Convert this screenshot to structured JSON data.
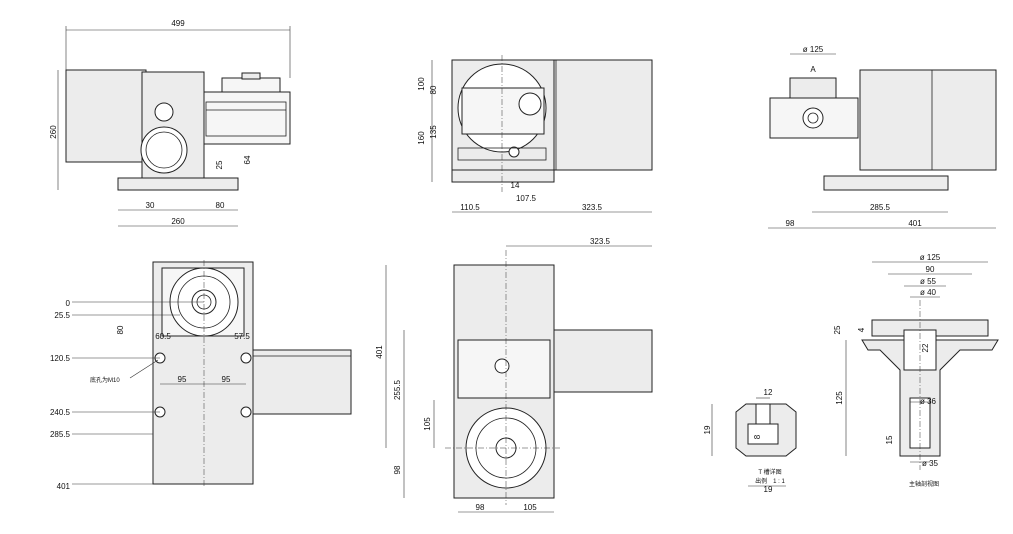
{
  "front_view": {
    "dims": {
      "w499": "499",
      "h260": "260",
      "d25": "25",
      "d64": "64",
      "d30": "30",
      "d80": "80",
      "w260": "260"
    }
  },
  "top_view": {
    "dims": {
      "d100": "100",
      "d80": "80",
      "d160": "160",
      "d135": "135",
      "d14": "14",
      "d110_5": "110.5",
      "d107_5": "107.5",
      "d323_5": "323.5"
    }
  },
  "side_view": {
    "dims": {
      "phi125": "ø 125",
      "label_a": "A",
      "d98": "98",
      "d285_5": "285.5",
      "d401": "401"
    }
  },
  "plan_left": {
    "dims": {
      "r0": "0",
      "r25_5": "25.5",
      "d80": "80",
      "d60_5": "60.5",
      "d57_5": "57.5",
      "r120_5": "120.5",
      "note": "底孔为M10",
      "d95a": "95",
      "d95b": "95",
      "r240_5": "240.5",
      "r285_5": "285.5",
      "r401": "401"
    }
  },
  "plan_center": {
    "dims": {
      "d323_5": "323.5",
      "d401": "401",
      "d255_5": "255.5",
      "d105v": "105",
      "d98v": "98",
      "d98h": "98",
      "d105h": "105"
    }
  },
  "t_slot": {
    "dims": {
      "d12": "12",
      "d19v": "19",
      "d8": "8",
      "d19h": "19"
    },
    "caption": "T 槽详图",
    "caption2": "出例　1 : 1"
  },
  "spindle": {
    "dims": {
      "phi125": "ø 125",
      "d90": "90",
      "phi55": "ø 55",
      "phi40": "ø 40",
      "d4": "4",
      "d25": "25",
      "d22": "22",
      "d125": "125",
      "phi36": "ø 36",
      "d15": "15",
      "phi35": "ø 35"
    },
    "caption": "主轴剖视图"
  }
}
